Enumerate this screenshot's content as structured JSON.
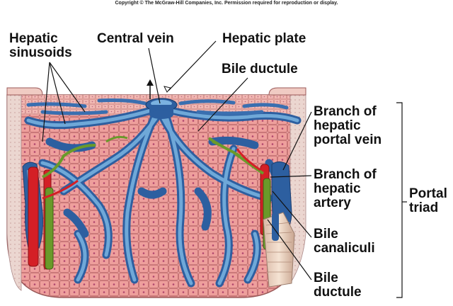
{
  "copyright": "Copyright © The McGraw-Hill Companies, Inc. Permission required for reproduction or display.",
  "labels": {
    "hepatic_sinusoids": [
      "Hepatic",
      "sinusoids"
    ],
    "central_vein": "Central vein",
    "hepatic_plate": "Hepatic plate",
    "bile_ductule_top": "Bile ductule",
    "branch_portal_vein": [
      "Branch of",
      "hepatic",
      "portal vein"
    ],
    "branch_hepatic_artery": [
      "Branch of",
      "hepatic",
      "artery"
    ],
    "bile_canaliculi": [
      "Bile",
      "canaliculi"
    ],
    "bile_ductule_bottom": [
      "Bile",
      "ductule"
    ],
    "portal_triad": [
      "Portal",
      "triad"
    ]
  },
  "colors": {
    "tissue": "#e59a9a",
    "tissue_dark": "#c85c62",
    "capsule": "#e8cfc9",
    "vein": "#2d5fa0",
    "vein_light": "#6fa8d8",
    "artery": "#d41f26",
    "duct": "#6a9a2a"
  }
}
